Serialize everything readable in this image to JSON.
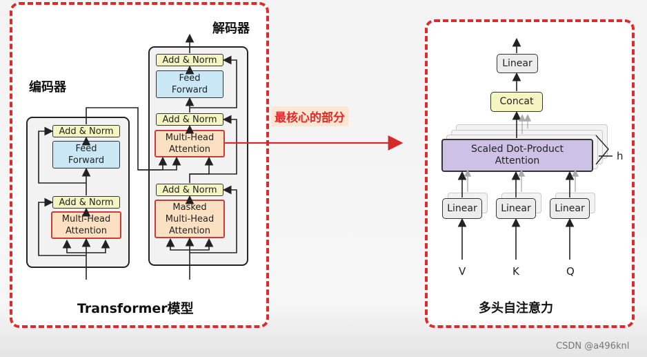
{
  "transformer": {
    "encoder_label": "编码器",
    "decoder_label": "解码器",
    "caption": "Transformer模型",
    "encoder": {
      "add_norm_top": "Add & Norm",
      "feed_forward": "Feed\nForward",
      "add_norm_bottom": "Add & Norm",
      "attention": "Multi-Head\nAttention"
    },
    "decoder": {
      "add_norm_top": "Add & Norm",
      "feed_forward": "Feed\nForward",
      "add_norm_middle": "Add & Norm",
      "cross_attention": "Multi-Head\nAttention",
      "add_norm_bottom": "Add & Norm",
      "masked_attention": "Masked\nMulti-Head\nAttention"
    }
  },
  "callout": "最核心的部分",
  "multihead": {
    "caption": "多头自注意力",
    "linear_top": "Linear",
    "concat": "Concat",
    "sdpa": "Scaled Dot-Product\nAttention",
    "heads_label": "h",
    "linears": [
      "Linear",
      "Linear",
      "Linear"
    ],
    "inputs": [
      "V",
      "K",
      "Q"
    ]
  },
  "watermark": "CSDN @a496knl",
  "colors": {
    "dashed_border": "#e02a2a",
    "add_norm": "#f5f5c2",
    "feed_forward": "#c9e7f5",
    "attention": "#fbe0c2",
    "sdpa": "#cdc2e6"
  }
}
